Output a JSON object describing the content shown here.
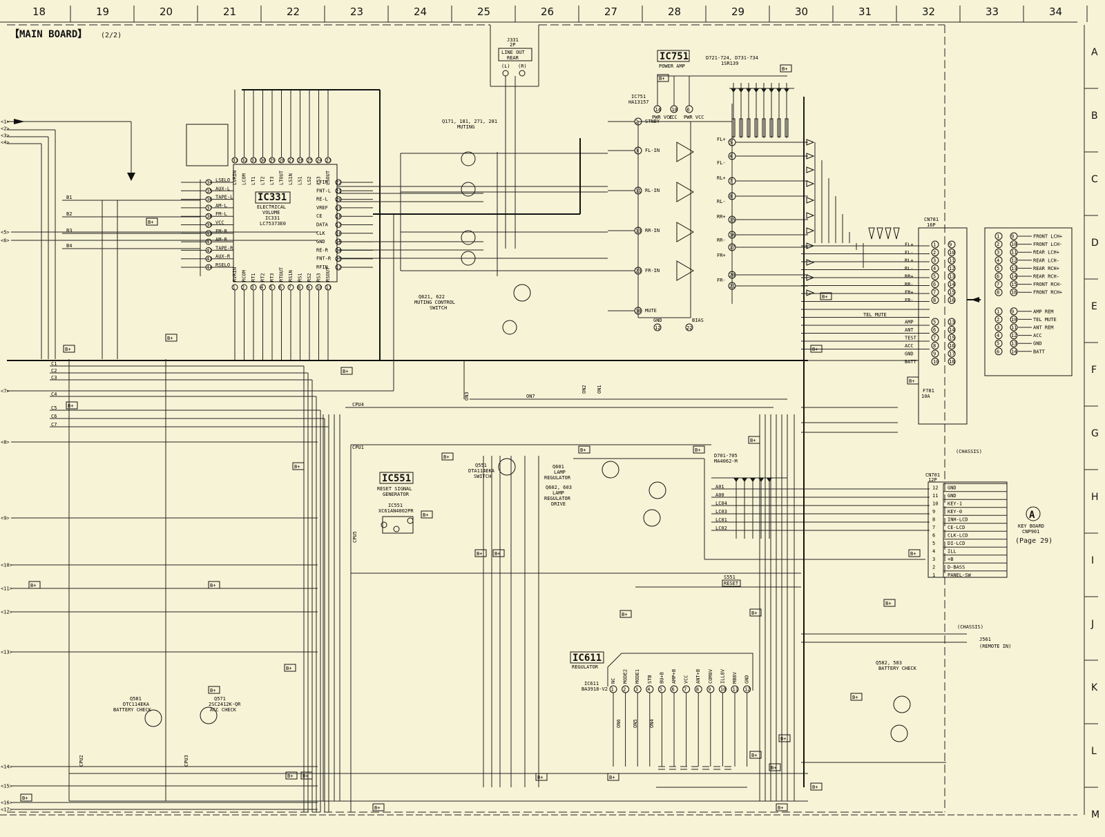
{
  "columns": [
    "18",
    "19",
    "20",
    "21",
    "22",
    "23",
    "24",
    "25",
    "26",
    "27",
    "28",
    "29",
    "30",
    "31",
    "32",
    "33",
    "34"
  ],
  "rows": [
    "A",
    "B",
    "C",
    "D",
    "E",
    "F",
    "G",
    "H",
    "I",
    "J",
    "K",
    "L",
    "M"
  ],
  "board_title": "【MAIN BOARD】",
  "board_page": "(2/2)",
  "ic331": {
    "name": "IC331",
    "desc1": "ELECTRICAL",
    "desc2": "VOLUME",
    "part1": "IC331",
    "part2": "LC75373E0",
    "left_pins": [
      "LSELO",
      "AUX-L",
      "TAPE-L",
      "AM-L",
      "FM-L",
      "VCC",
      "FM-R",
      "AM-R",
      "TAPE-R",
      "AUX-R",
      "RSELO"
    ],
    "right_pins": [
      "LFIN",
      "FNT-L",
      "RE-L",
      "VREF",
      "CE",
      "DATA",
      "CLK",
      "GND",
      "RE-R",
      "FNT-R",
      "RFIN"
    ],
    "top_pins": [
      "LVRIN",
      "LCOM",
      "LT1",
      "LT2",
      "LT3",
      "LTOUT",
      "LS1N",
      "LS1",
      "LS2",
      "LS3",
      "LSOUT"
    ],
    "bottom_pins": [
      "RVRIN",
      "RCOM",
      "RT1",
      "RT2",
      "RT3",
      "RTOUT",
      "RS1N",
      "RS1",
      "RS2",
      "RS3",
      "RSOUT"
    ]
  },
  "ic751": {
    "name": "IC751",
    "desc": "POWER AMP",
    "part1": "IC751",
    "part2": "HA13157",
    "pins_in": [
      "STNBY",
      "FL-IN",
      "RL-IN",
      "RR-IN",
      "FR-IN",
      "MUTE"
    ],
    "gnd": "GND",
    "bias": "BIAS",
    "supply": [
      "PWR VCC",
      "VCC",
      "PWR VCC"
    ]
  },
  "ic551": {
    "name": "IC551",
    "desc1": "RESET SIGNAL",
    "desc2": "GENERATOR",
    "part1": "IC551",
    "part2": "XC61AN4002PR"
  },
  "ic611": {
    "name": "IC611",
    "desc": "REGULATOR",
    "part1": "IC611",
    "part2": "BA3918-V2",
    "pins": [
      "NC",
      "MODE2",
      "MODE1",
      "STB",
      "BU+B",
      "AMP+B",
      "VCC",
      "ANT+B",
      "COM8V",
      "ILL8V",
      "MB8V",
      "GND"
    ]
  },
  "line_out": {
    "ref": "J331",
    "pins": "2P",
    "label1": "LINE OUT",
    "label2": "REAR",
    "l": "(L)",
    "r": "(R)"
  },
  "cn781": {
    "ref": "CN781",
    "pins": "16P",
    "left_labels": [
      "FL+",
      "FL-",
      "RL+",
      "RL-",
      "RR+",
      "RR-",
      "FR+",
      "FR-",
      "AMP",
      "ANT",
      "TEST",
      "ACC",
      "GND",
      "BATT"
    ],
    "right_labels": [
      "FRONT LCH+",
      "FRONT LCH-",
      "REAR LCH+",
      "REAR LCH-",
      "REAR RCH+",
      "REAR RCH-",
      "FRONT RCH-",
      "FRONT RCH+",
      "AMP REM",
      "TEL MUTE",
      "ANT REM",
      "ACC",
      "GND",
      "BATT"
    ],
    "tel_mute": "TEL MUTE",
    "chassis": "(CHASSIS)",
    "fuse": "F781",
    "fuse_val": "10A"
  },
  "cn701": {
    "ref": "CN701",
    "pins": "12P",
    "labels": [
      "GND",
      "GND",
      "KEY-1",
      "KEY-0",
      "INH-LCD",
      "CE-LCD",
      "CLK-LCD",
      "DI-LCD",
      "ILL",
      "+B",
      "D-BASS",
      "PANEL-SW"
    ]
  },
  "keyboard": {
    "letter": "A",
    "line1": "KEY BOARD",
    "line2": "CNP901",
    "page": "(Page 29)"
  },
  "labels": {
    "muting": "Q171, 181, 271, 281",
    "muting2": "MUTING",
    "q621": "Q621, 622",
    "q621b": "MUTING CONTROL",
    "q621c": "SWITCH",
    "q601": "Q601",
    "q601b": "LAMP",
    "q601c": "REGULATOR",
    "q602": "Q602, 603",
    "q602b": "LAMP",
    "q602c": "REGULATOR",
    "q602d": "DRIVE",
    "q581": "Q581",
    "q581b": "DTC114EKA",
    "q581c": "BATTERY CHECK",
    "q571": "Q571",
    "q571b": "2SC2412K-QR",
    "q571c": "ACC CHECK",
    "q582": "Q582, 583",
    "q582b": "BATTERY CHECK",
    "q551": "Q551",
    "q551b": "DTA114EKA",
    "q551c": "SWITCH",
    "diodes721": "D721-724, D731-734",
    "diodes721b": "1SR139",
    "diodes701": "D701-705",
    "diodes701b": "MA4062-M",
    "reset": "RESET",
    "s551": "S551",
    "chassis2": "(CHASSIS)",
    "remote": "(REMOTE IN)",
    "j561": "J561",
    "cpu4": "CPU4",
    "cpu1": "CPU1",
    "cpu5": "CPU5",
    "cpu2": "CPU2",
    "cpu3": "CPU3",
    "on7": "ON7",
    "on3": "ON3",
    "on2": "ON2",
    "on1": "ON1",
    "on6": "ON6",
    "on5": "ON5",
    "on4": "ON4",
    "bplus": "B+"
  },
  "bus_lines": [
    "C1",
    "C2",
    "C3",
    "C4",
    "C5",
    "C6",
    "C7"
  ],
  "inputs": [
    "B1",
    "B2",
    "B3",
    "B4"
  ],
  "lcd_lines": [
    "A01",
    "A00",
    "LC04",
    "LC03",
    "LC01",
    "LC02"
  ],
  "left_conns": [
    "<1>",
    "<2>",
    "<3>",
    "<4>",
    "<5>",
    "<6>",
    "<7>",
    "<8>",
    "<9>",
    "<10>",
    "<11>",
    "<12>",
    "<13>",
    "<14>",
    "<15>",
    "<16>",
    "<17>"
  ]
}
